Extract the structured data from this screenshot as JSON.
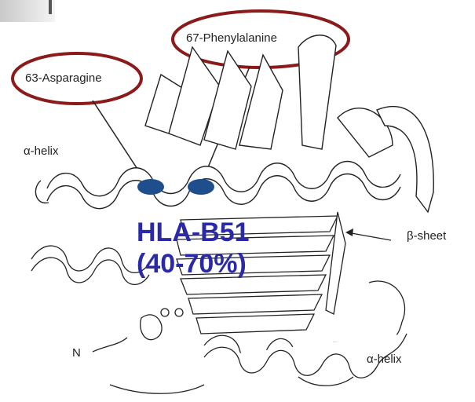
{
  "labels": {
    "callout_left": "63-Asparagine",
    "callout_right": "67-Phenylalanine",
    "alpha_helix_top": "α-helix",
    "alpha_helix_bottom": "α-helix",
    "beta_sheet": "β-sheet",
    "n_terminus": "N"
  },
  "overlay": {
    "line1": "HLA-B51",
    "line2": "(40-70%)"
  },
  "colors": {
    "ellipse_outline": "#8b1a1a",
    "overlay_text": "#2a2aa8",
    "residue_marker": "#1f4e8c"
  }
}
